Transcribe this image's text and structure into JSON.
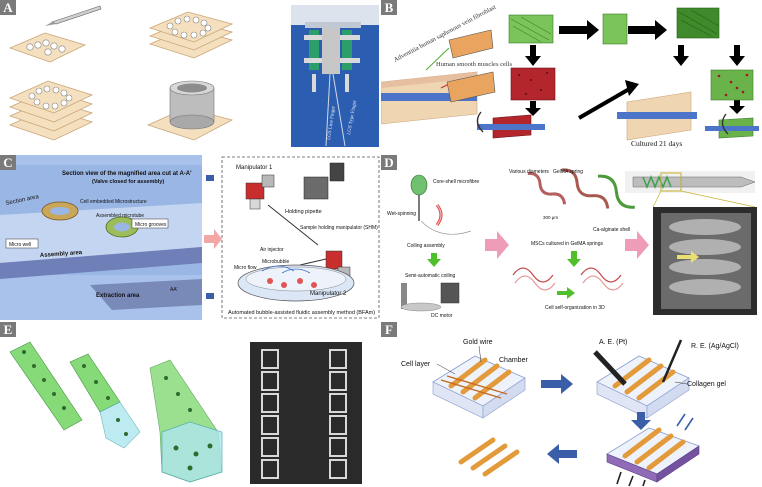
{
  "panels": {
    "a": {
      "label": "A",
      "photo_labels": {
        "left": "LGS Line Finger",
        "right": "LGS Type Finger"
      }
    },
    "b": {
      "label": "B",
      "cells": {
        "fibroblast": "Adventitia human saphenous vein fibroblast",
        "smooth_muscle": "Human smooth muscles cells"
      },
      "culture": "Cultured 21 days"
    },
    "c": {
      "label": "C",
      "section_title": "Section view of the magnified area cut at A-A'",
      "section_subtitle": "(Valve closed for assembly)",
      "labels": {
        "section_area": "Section area",
        "cell_microstructure": "Cell embedded Microstructure",
        "assembled": "Assembled microtube",
        "micro_grooves": "Micro grooves",
        "micro_well": "Micro well",
        "assembly_area": "Assembly area",
        "extraction_area": "Extraction area",
        "aa": "AA'"
      },
      "manipulator_1": "Manipulator 1",
      "holding_pipette": "Holding pipette",
      "sample_holding": "Sample holding manipulator (SHM)",
      "air_injector": "Air injector",
      "micro_flow": "Micro flow",
      "microbubble": "Microbubble",
      "manipulator_2": "Manipulator 2",
      "caption": "Automated bubble-assisted fluidic assembly method (BFAm)"
    },
    "d": {
      "label": "D",
      "wet_spinning": "Wet-spinning",
      "core_shell": "Core-shell microfibre",
      "coiling_assembly": "Coiling assembly",
      "various_diameters": "Various diameters",
      "gelma_spring": "GelMA spring",
      "ca_alginate": "Ca-alginate shell",
      "scale": "300 μm",
      "semi_automatic": "Semi-automatic coiling",
      "mscs": "MSCs cultured in GelMA springs",
      "dc_motor": "DC motor",
      "self_org": "Cell self-organization in 3D"
    },
    "e": {
      "label": "E"
    },
    "f": {
      "label": "F",
      "cell_layer": "Cell layer",
      "gold_wire": "Gold wire",
      "chamber": "Chamber",
      "ae": "A. E. (Pt)",
      "re": "R. E. (Ag/AgCl)",
      "collagen": "Collagen gel"
    }
  },
  "colors": {
    "label_bg": "#7a7a7a",
    "gold": "#e39a3a",
    "wire": "#c56a20",
    "arrow_blue": "#3a5ea8",
    "green": "#4fbf2c",
    "pink": "#e8a0b4"
  }
}
